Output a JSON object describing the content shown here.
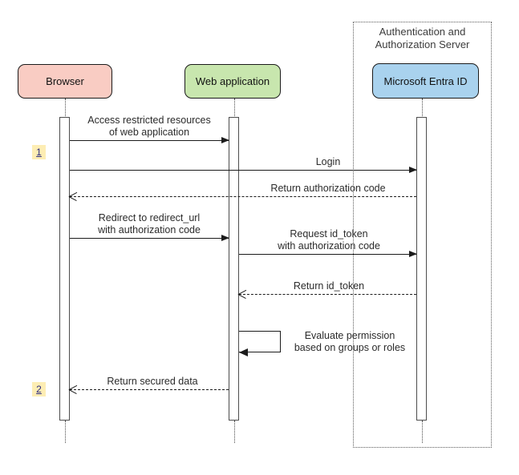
{
  "diagram": {
    "type": "sequence-diagram",
    "title": "",
    "boundary": {
      "label": "Authentication and\nAuthorization Server",
      "style": "dotted"
    },
    "participants": [
      {
        "id": "browser",
        "label": "Browser",
        "color": "#f9ccc3"
      },
      {
        "id": "webapp",
        "label": "Web application",
        "color": "#c8e6ae"
      },
      {
        "id": "entra",
        "label": "Microsoft Entra ID",
        "color": "#a9d2ee"
      }
    ],
    "messages": [
      {
        "id": "m1",
        "label": "Access restricted resources\nof web application",
        "from": "browser",
        "to": "webapp",
        "style": "solid",
        "direction": "right"
      },
      {
        "id": "m2",
        "label": "Login",
        "from": "browser",
        "to": "entra",
        "style": "solid",
        "direction": "right"
      },
      {
        "id": "m3",
        "label": "Return authorization code",
        "from": "entra",
        "to": "browser",
        "style": "dashed",
        "direction": "left"
      },
      {
        "id": "m4",
        "label": "Redirect to redirect_url\nwith authorization code",
        "from": "browser",
        "to": "webapp",
        "style": "solid",
        "direction": "right"
      },
      {
        "id": "m5",
        "label": "Request id_token\nwith authorization code",
        "from": "webapp",
        "to": "entra",
        "style": "solid",
        "direction": "right"
      },
      {
        "id": "m6",
        "label": "Return id_token",
        "from": "entra",
        "to": "webapp",
        "style": "dashed",
        "direction": "left"
      },
      {
        "id": "m7",
        "label": "Evaluate permission\nbased on groups or roles",
        "from": "webapp",
        "to": "webapp",
        "style": "solid",
        "direction": "self"
      },
      {
        "id": "m8",
        "label": "Return secured data",
        "from": "webapp",
        "to": "browser",
        "style": "dashed",
        "direction": "left"
      }
    ],
    "step_badges": [
      {
        "id": "badge1",
        "label": "1"
      },
      {
        "id": "badge2",
        "label": "2"
      }
    ],
    "colors": {
      "browser_fill": "#f9ccc3",
      "webapp_fill": "#c8e6ae",
      "entra_fill": "#a9d2ee",
      "badge_fill": "#fdedb4",
      "stroke": "#1b1b1b",
      "boundary_stroke": "#5a5a5a"
    }
  }
}
